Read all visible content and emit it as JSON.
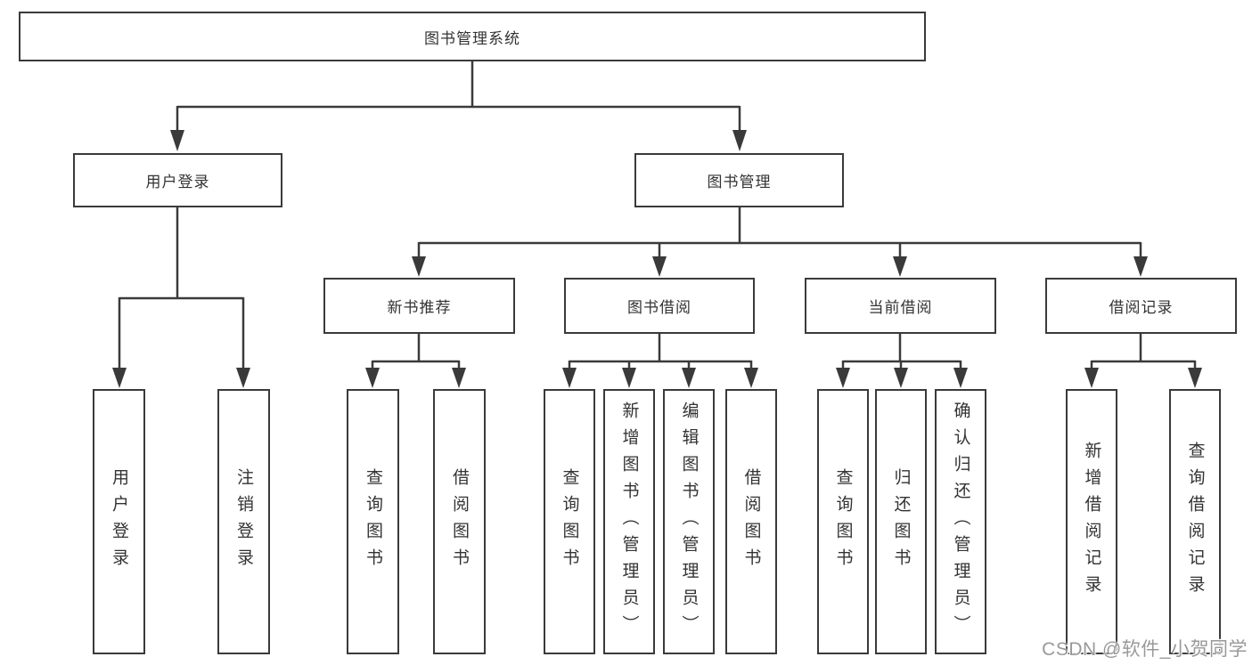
{
  "title": "图书管理系统",
  "colors": {
    "line": "#3a3a3a",
    "text": "#333333",
    "watermark": "#999999",
    "background": "#ffffff"
  },
  "watermark": "CSDN @软件_小贺同学",
  "tree": {
    "root": {
      "label": "图书管理系统"
    },
    "children": [
      {
        "label": "用户登录",
        "children": [
          "用户登录",
          "注销登录"
        ]
      },
      {
        "label": "图书管理",
        "children": [
          {
            "label": "新书推荐",
            "children": [
              "查询图书",
              "借阅图书"
            ]
          },
          {
            "label": "图书借阅",
            "children": [
              "查询图书",
              "新增图书（管理员）",
              "编辑图书（管理员）",
              "借阅图书"
            ]
          },
          {
            "label": "当前借阅",
            "children": [
              "查询图书",
              "归还图书",
              "确认归还（管理员）"
            ]
          },
          {
            "label": "借阅记录",
            "children": [
              "新增借阅记录",
              "查询借阅记录"
            ]
          }
        ]
      }
    ]
  }
}
